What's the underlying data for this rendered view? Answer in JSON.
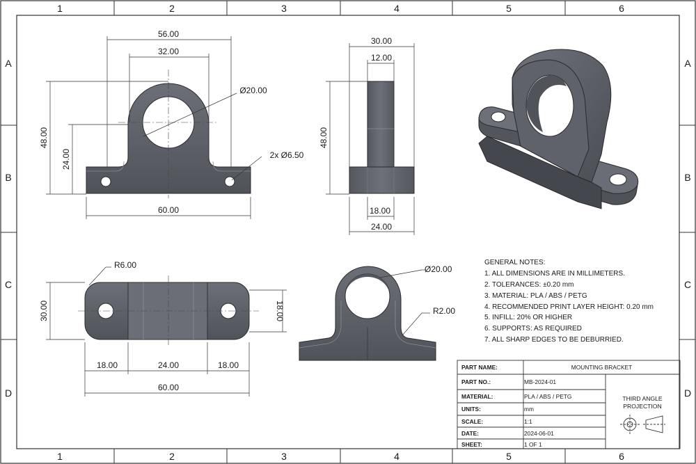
{
  "drawing": {
    "border_columns": [
      "1",
      "2",
      "3",
      "4",
      "5",
      "6"
    ],
    "border_rows": [
      "A",
      "B",
      "C",
      "D"
    ],
    "front_view": {
      "dim_width_top": "56.00",
      "dim_inner_width": "32.00",
      "dim_hole_diameter": "Ø20.00",
      "dim_height": "48.00",
      "dim_center_height": "24.00",
      "dim_mount_holes": "2x  Ø6.50",
      "dim_base_width": "60.00"
    },
    "side_view": {
      "dim_top_width": "30.00",
      "dim_web_width": "12.00",
      "dim_height": "48.00",
      "dim_inner_base": "18.00",
      "dim_base_width": "24.00"
    },
    "top_view": {
      "dim_corner_radius": "R6.00",
      "dim_depth": "30.00",
      "dim_right_depth": "18.00",
      "dim_seg_left": "18.00",
      "dim_seg_mid": "24.00",
      "dim_seg_right": "18.00",
      "dim_overall": "60.00"
    },
    "rear_view": {
      "dim_hole_diameter": "Ø20.00",
      "dim_fillet": "R2.00"
    }
  },
  "notes": {
    "title": "GENERAL NOTES:",
    "items": [
      "1. ALL DIMENSIONS ARE IN MILLIMETERS.",
      "2. TOLERANCES: ±0.20 mm",
      "3. MATERIAL: PLA / ABS / PETG",
      "4. RECOMMENDED PRINT LAYER HEIGHT: 0.20 mm",
      "5. INFILL: 20% OR HIGHER",
      "6. SUPPORTS: AS REQUIRED",
      "7. ALL SHARP EDGES TO BE DEBURRIED."
    ]
  },
  "title_block": {
    "part_name_label": "PART NAME:",
    "part_name": "MOUNTING BRACKET",
    "part_no_label": "PART NO.:",
    "part_no": "MB-2024-01",
    "material_label": "MATERIAL:",
    "material": "PLA / ABS / PETG",
    "units_label": "UNITS:",
    "units": "mm",
    "scale_label": "SCALE:",
    "scale": "1:1",
    "date_label": "DATE:",
    "date": "2024-06-01",
    "sheet_label": "SHEET:",
    "sheet": "1 OF 1",
    "projection_line1": "THIRD ANGLE",
    "projection_line2": "PROJECTION"
  },
  "colors": {
    "part_fill": "#5e6169",
    "part_dark": "#474a51",
    "part_light": "#7c7f87",
    "line": "#2a2a2a"
  }
}
